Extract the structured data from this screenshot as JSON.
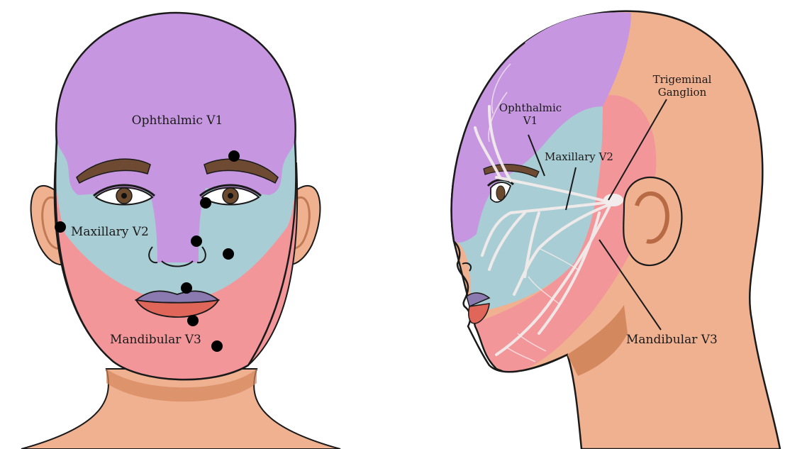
{
  "front_view": {
    "labels": {
      "v1": "Ophthalmic V1",
      "v2": "Maxillary V2",
      "v3": "Mandibular V3"
    }
  },
  "side_view": {
    "labels": {
      "v1_line1": "Ophthalmic",
      "v1_line2": "V1",
      "v2": "Maxillary V2",
      "v3": "Mandibular V3",
      "ganglion_line1": "Trigeminal",
      "ganglion_line2": "Ganglion"
    }
  },
  "colors": {
    "ophthalmic_v1": "#c697e0",
    "maxillary_v2": "#a9cdd4",
    "mandibular_v3": "#f2969a",
    "skin": "#f0b190",
    "skin_shadow": "#d4885e",
    "outline": "#1a1a1a",
    "nerve": "#f3ecec"
  }
}
